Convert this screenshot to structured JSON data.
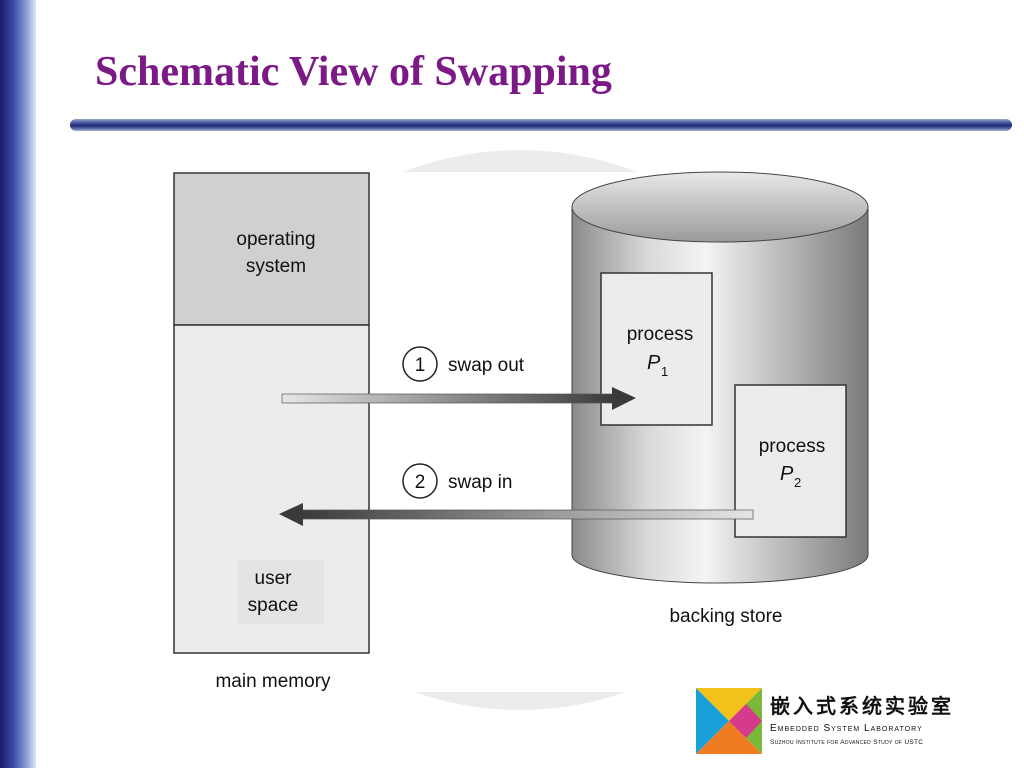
{
  "slide": {
    "title": "Schematic View of Swapping"
  },
  "diagram": {
    "main_memory": {
      "caption": "main memory",
      "os_region_line1": "operating",
      "os_region_line2": "system",
      "user_region_line1": "user",
      "user_region_line2": "space"
    },
    "backing_store": {
      "caption": "backing store",
      "process1": {
        "label": "process",
        "symbol": "P",
        "subscript": "1"
      },
      "process2": {
        "label": "process",
        "symbol": "P",
        "subscript": "2"
      }
    },
    "arrows": [
      {
        "step": "1",
        "label": "swap out"
      },
      {
        "step": "2",
        "label": "swap in"
      }
    ]
  },
  "footer": {
    "lab_name_cn": "嵌入式系统实验室",
    "lab_name_en": "Embedded System Laboratory",
    "lab_affiliation": "Suzhou Institute for Advanced Study of USTC"
  },
  "colors": {
    "title": "#7b1a86",
    "os_region": "#d0d0d0",
    "user_region": "#ececec"
  }
}
